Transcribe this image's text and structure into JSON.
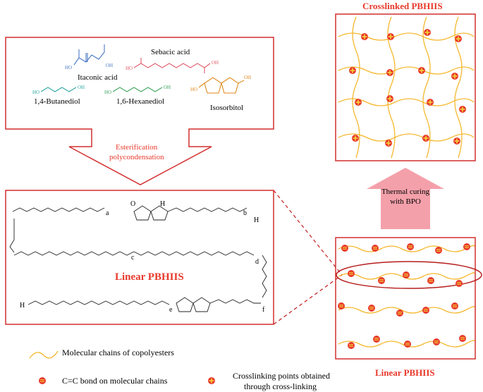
{
  "monomers": {
    "sebacic_acid": "Sebacic acid",
    "itaconic_acid": "Itaconic acid",
    "butanediol": "1,4-Butanediol",
    "hexanediol": "1,6-Hexanediol",
    "isosorbitol": "Isosorbitol"
  },
  "process": {
    "esterification_line1": "Esterification",
    "esterification_line2": "polycondensation",
    "thermal_line1": "Thermal curing",
    "thermal_line2": "with BPO"
  },
  "titles": {
    "crosslinked": "Crosslinked PBHIIS",
    "linear_center": "Linear PBHIIS",
    "linear_right": "Linear PBHIIS"
  },
  "legend": {
    "chains": "Molecular chains of copolyesters",
    "cc_bond": "C=C bond on molecular chains",
    "crosslink_line1": "Crosslinking points obtained",
    "crosslink_line2": "through cross-linking"
  },
  "atoms": {
    "O": "O",
    "H": "H",
    "HO": "HO",
    "OH": "OH",
    "a": "a",
    "b": "b",
    "c": "c",
    "d": "d",
    "e": "e",
    "f": "f"
  },
  "colors": {
    "accent_red": "#e8392b",
    "chain_yellow": "#f5b82e",
    "arrow_pink": "#f4a0aa",
    "itaconic_blue": "#4a78c8",
    "sebacic_red": "#e05a6a",
    "diol_teal": "#2aa6a0",
    "hexane_green": "#3aa35a",
    "isosorbide_orange": "#e08a1e"
  }
}
